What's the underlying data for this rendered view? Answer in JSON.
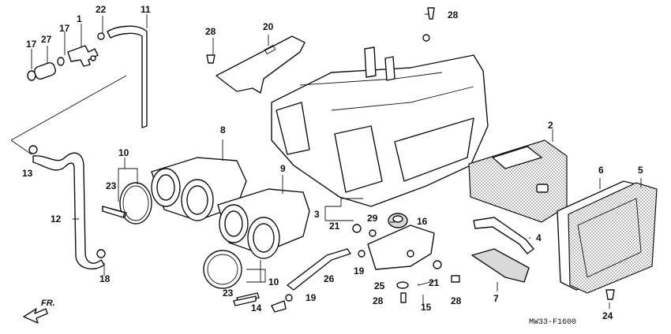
{
  "diagram": {
    "figure_code": "MW33-F1600",
    "direction_label": "FR.",
    "callouts": {
      "c1": "1",
      "c2": "2",
      "c3": "3",
      "c4": "4",
      "c5": "5",
      "c6": "6",
      "c7": "7",
      "c8": "8",
      "c9": "9",
      "c10a": "10",
      "c10b": "10",
      "c11": "11",
      "c12": "12",
      "c13": "13",
      "c14": "14",
      "c15": "15",
      "c16": "16",
      "c17a": "17",
      "c17b": "17",
      "c18": "18",
      "c19a": "19",
      "c19b": "19",
      "c20": "20",
      "c21a": "21",
      "c21b": "21",
      "c22": "22",
      "c23a": "23",
      "c23b": "23",
      "c24": "24",
      "c25": "25",
      "c26": "26",
      "c27": "27",
      "c28a": "28",
      "c28b": "28",
      "c28c": "28",
      "c28d": "28",
      "c29": "29"
    }
  }
}
